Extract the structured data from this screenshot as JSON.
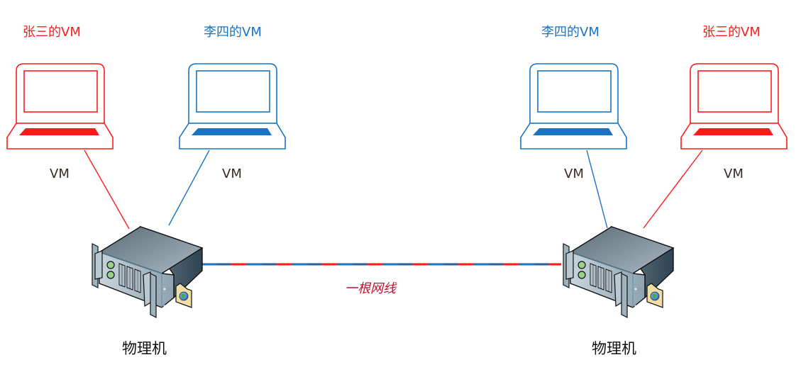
{
  "colors": {
    "zhangsan": "#ff1a1a",
    "lisi": "#1a73c2",
    "cable_label": "#c0102a",
    "text_dark": "#2b1d14"
  },
  "left_host": {
    "label": "物理机",
    "vms": [
      {
        "owner_label": "张三的VM",
        "tag": "VM",
        "owner": "zhangsan"
      },
      {
        "owner_label": "李四的VM",
        "tag": "VM",
        "owner": "lisi"
      }
    ]
  },
  "right_host": {
    "label": "物理机",
    "vms": [
      {
        "owner_label": "李四的VM",
        "tag": "VM",
        "owner": "lisi"
      },
      {
        "owner_label": "张三的VM",
        "tag": "VM",
        "owner": "zhangsan"
      }
    ]
  },
  "cable": {
    "label": "一根网线"
  },
  "icons": {
    "laptop": "laptop-icon",
    "server": "server-icon"
  }
}
